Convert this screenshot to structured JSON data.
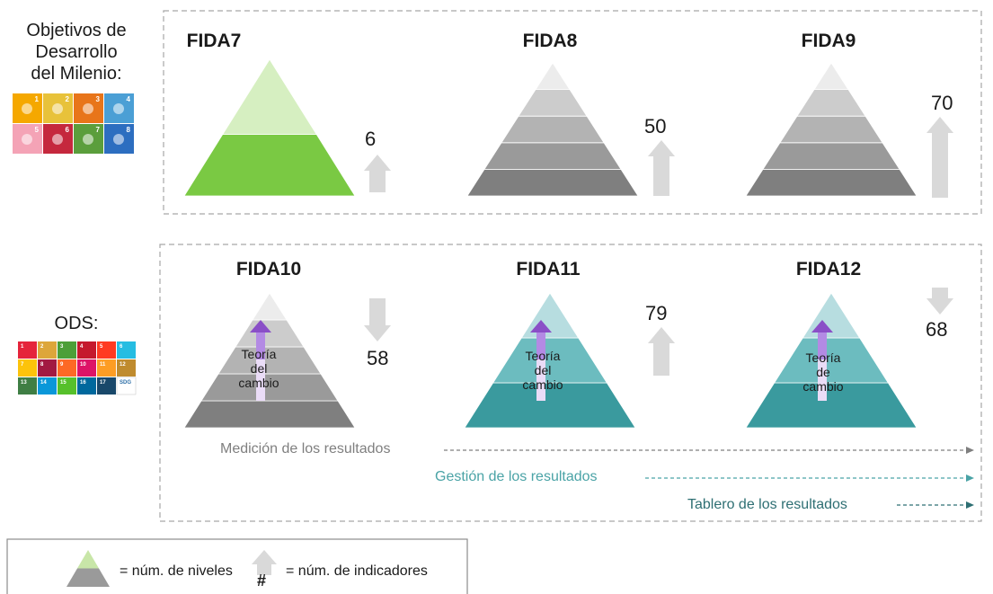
{
  "sections": {
    "mdg": {
      "label": "Objetivos de Desarrollo del Milenio:",
      "label_lines": [
        "Objetivos de",
        "Desarrollo",
        "del Milenio:"
      ]
    },
    "sdg": {
      "label": "ODS:"
    }
  },
  "pyramids": [
    {
      "id": "FIDA7",
      "title": "FIDA7",
      "levels": 2,
      "indicators": 6,
      "trend": "up",
      "palette": "green",
      "theory_of_change": []
    },
    {
      "id": "FIDA8",
      "title": "FIDA8",
      "levels": 5,
      "indicators": 50,
      "trend": "up",
      "palette": "gray",
      "theory_of_change": []
    },
    {
      "id": "FIDA9",
      "title": "FIDA9",
      "levels": 5,
      "indicators": 70,
      "trend": "up",
      "palette": "gray",
      "theory_of_change": []
    },
    {
      "id": "FIDA10",
      "title": "FIDA10",
      "levels": 5,
      "indicators": 58,
      "trend": "down",
      "palette": "gray",
      "theory_of_change": [
        "Teoría",
        "del",
        "cambio"
      ]
    },
    {
      "id": "FIDA11",
      "title": "FIDA11",
      "levels": 3,
      "indicators": 79,
      "trend": "up",
      "palette": "teal",
      "theory_of_change": [
        "Teoría",
        "del",
        "cambio"
      ]
    },
    {
      "id": "FIDA12",
      "title": "FIDA12",
      "levels": 3,
      "indicators": 68,
      "trend": "down",
      "palette": "teal",
      "theory_of_change": [
        "Teoría",
        "de",
        "cambio"
      ]
    }
  ],
  "timeline": [
    {
      "label": "Medición de los resultados",
      "color": "#7f7f7f"
    },
    {
      "label": "Gestión de los resultados",
      "color": "#4aa3a6"
    },
    {
      "label": "Tablero de los resultados",
      "color": "#2e6f73"
    }
  ],
  "legend": {
    "levels_label": "= núm. de niveles",
    "indicators_label": "= núm. de indicadores",
    "arrow_symbol": "#"
  },
  "colors": {
    "green": [
      "#7ac943",
      "#d6efc1"
    ],
    "gray": [
      "#7f7f7f",
      "#9a9a9a",
      "#b3b3b3",
      "#cccccc",
      "#ececec"
    ],
    "teal": [
      "#3a9a9e",
      "#6cbcbf",
      "#b7dde0"
    ],
    "arrow": "#d9d9d9",
    "toc_arrow": "#8a4fc7",
    "dash": "#a6a6a6"
  },
  "mdg_tiles": [
    "1",
    "2",
    "3",
    "4",
    "5",
    "6",
    "7",
    "8"
  ],
  "sdg_tiles": [
    "1",
    "2",
    "3",
    "4",
    "5",
    "6",
    "7",
    "8",
    "9",
    "10",
    "11",
    "12",
    "13",
    "14",
    "15",
    "16",
    "17",
    "SDG"
  ]
}
